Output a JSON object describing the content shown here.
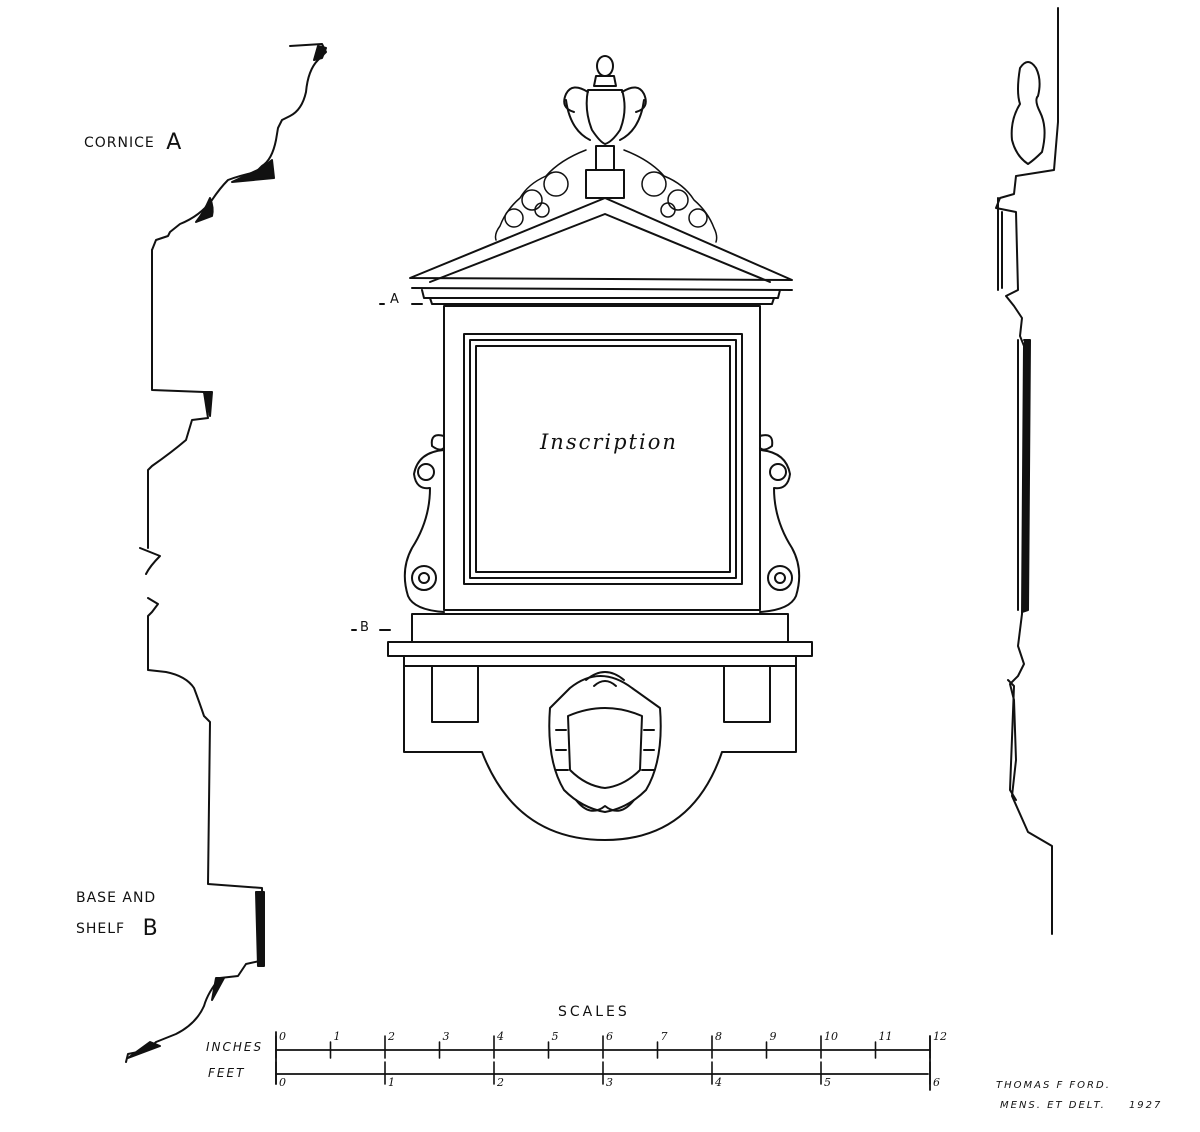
{
  "labels": {
    "cornice_word": "CORNICE",
    "cornice_letter": "A",
    "base_line1": "BASE AND",
    "base_line2_word": "SHELF",
    "base_letter": "B",
    "inscription": "Inscription",
    "marker_a": "A",
    "marker_b": "B",
    "scales_title": "SCALES",
    "inches_label": "INCHES",
    "feet_label": "FEET"
  },
  "scale": {
    "inches_ticks": [
      "0",
      "1",
      "2",
      "3",
      "4",
      "5",
      "6",
      "7",
      "8",
      "9",
      "10",
      "11",
      "12"
    ],
    "feet_ticks": [
      "0",
      "1",
      "2",
      "3",
      "4",
      "5",
      "6"
    ]
  },
  "signature": {
    "line1": "THOMAS F FORD.",
    "line2_text": "MENS. ET DELT.",
    "year": "1927"
  }
}
